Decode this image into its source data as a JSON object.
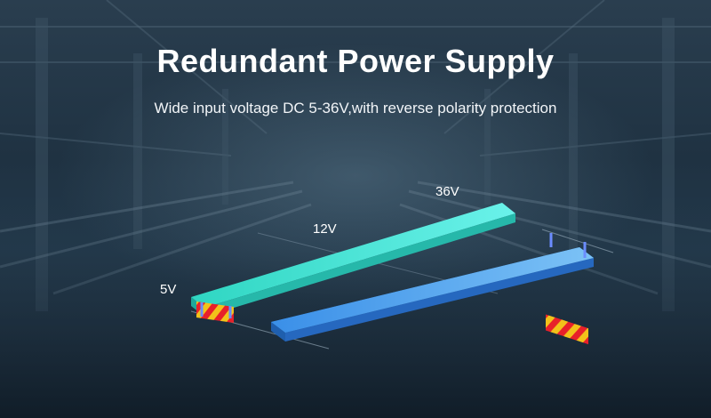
{
  "title": "Redundant Power Supply",
  "subtitle": "Wide input voltage DC 5-36V,with reverse polarity protection",
  "voltage_labels": {
    "low": "5V",
    "mid": "12V",
    "high": "36V"
  },
  "colors": {
    "bar_front": "#3fe0d0",
    "bar_back": "#4aa0f0",
    "barrier_stripe_a": "#e8202a",
    "barrier_stripe_b": "#f2c21a"
  },
  "icons": [
    "road-barrier-icon",
    "road-barrier-icon"
  ]
}
